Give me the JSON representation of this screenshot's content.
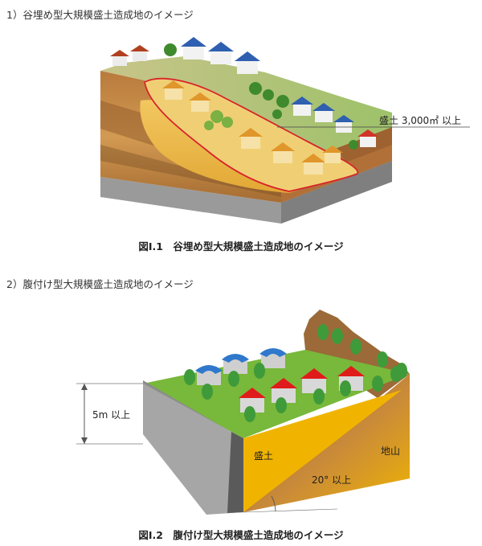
{
  "section1": {
    "heading": "1）谷埋め型大規模盛土造成地のイメージ",
    "callout": "盛土 3,000㎡ 以上",
    "caption": "図Ⅰ.1　谷埋め型大規模盛土造成地のイメージ"
  },
  "section2": {
    "heading": "2）腹付け型大規模盛土造成地のイメージ",
    "height_label": "5m 以上",
    "fill_label": "盛土",
    "ground_label": "地山",
    "angle_label": "20° 以上",
    "caption": "図Ⅰ.2　腹付け型大規模盛土造成地のイメージ"
  },
  "colors": {
    "fill_orange": "#f0b400",
    "natural_ground": "#c98a3a",
    "grass": "#78b83a",
    "roof_blue": "#2f78cc",
    "roof_red": "#e01b1b",
    "retaining_wall": "#a6a6a6",
    "outline_red": "#d8242b"
  }
}
